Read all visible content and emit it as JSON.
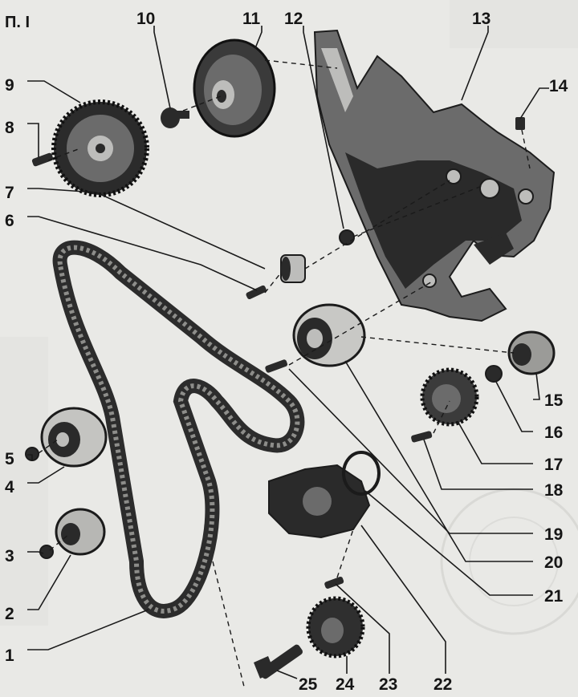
{
  "figure": {
    "label": "П. I"
  },
  "callouts": [
    "1",
    "2",
    "3",
    "4",
    "5",
    "6",
    "7",
    "8",
    "9",
    "10",
    "11",
    "12",
    "13",
    "14",
    "15",
    "16",
    "17",
    "18",
    "19",
    "20",
    "21",
    "22",
    "23",
    "24",
    "25"
  ],
  "colors": {
    "ink": "#151515",
    "paper": "#e9e9e6"
  }
}
